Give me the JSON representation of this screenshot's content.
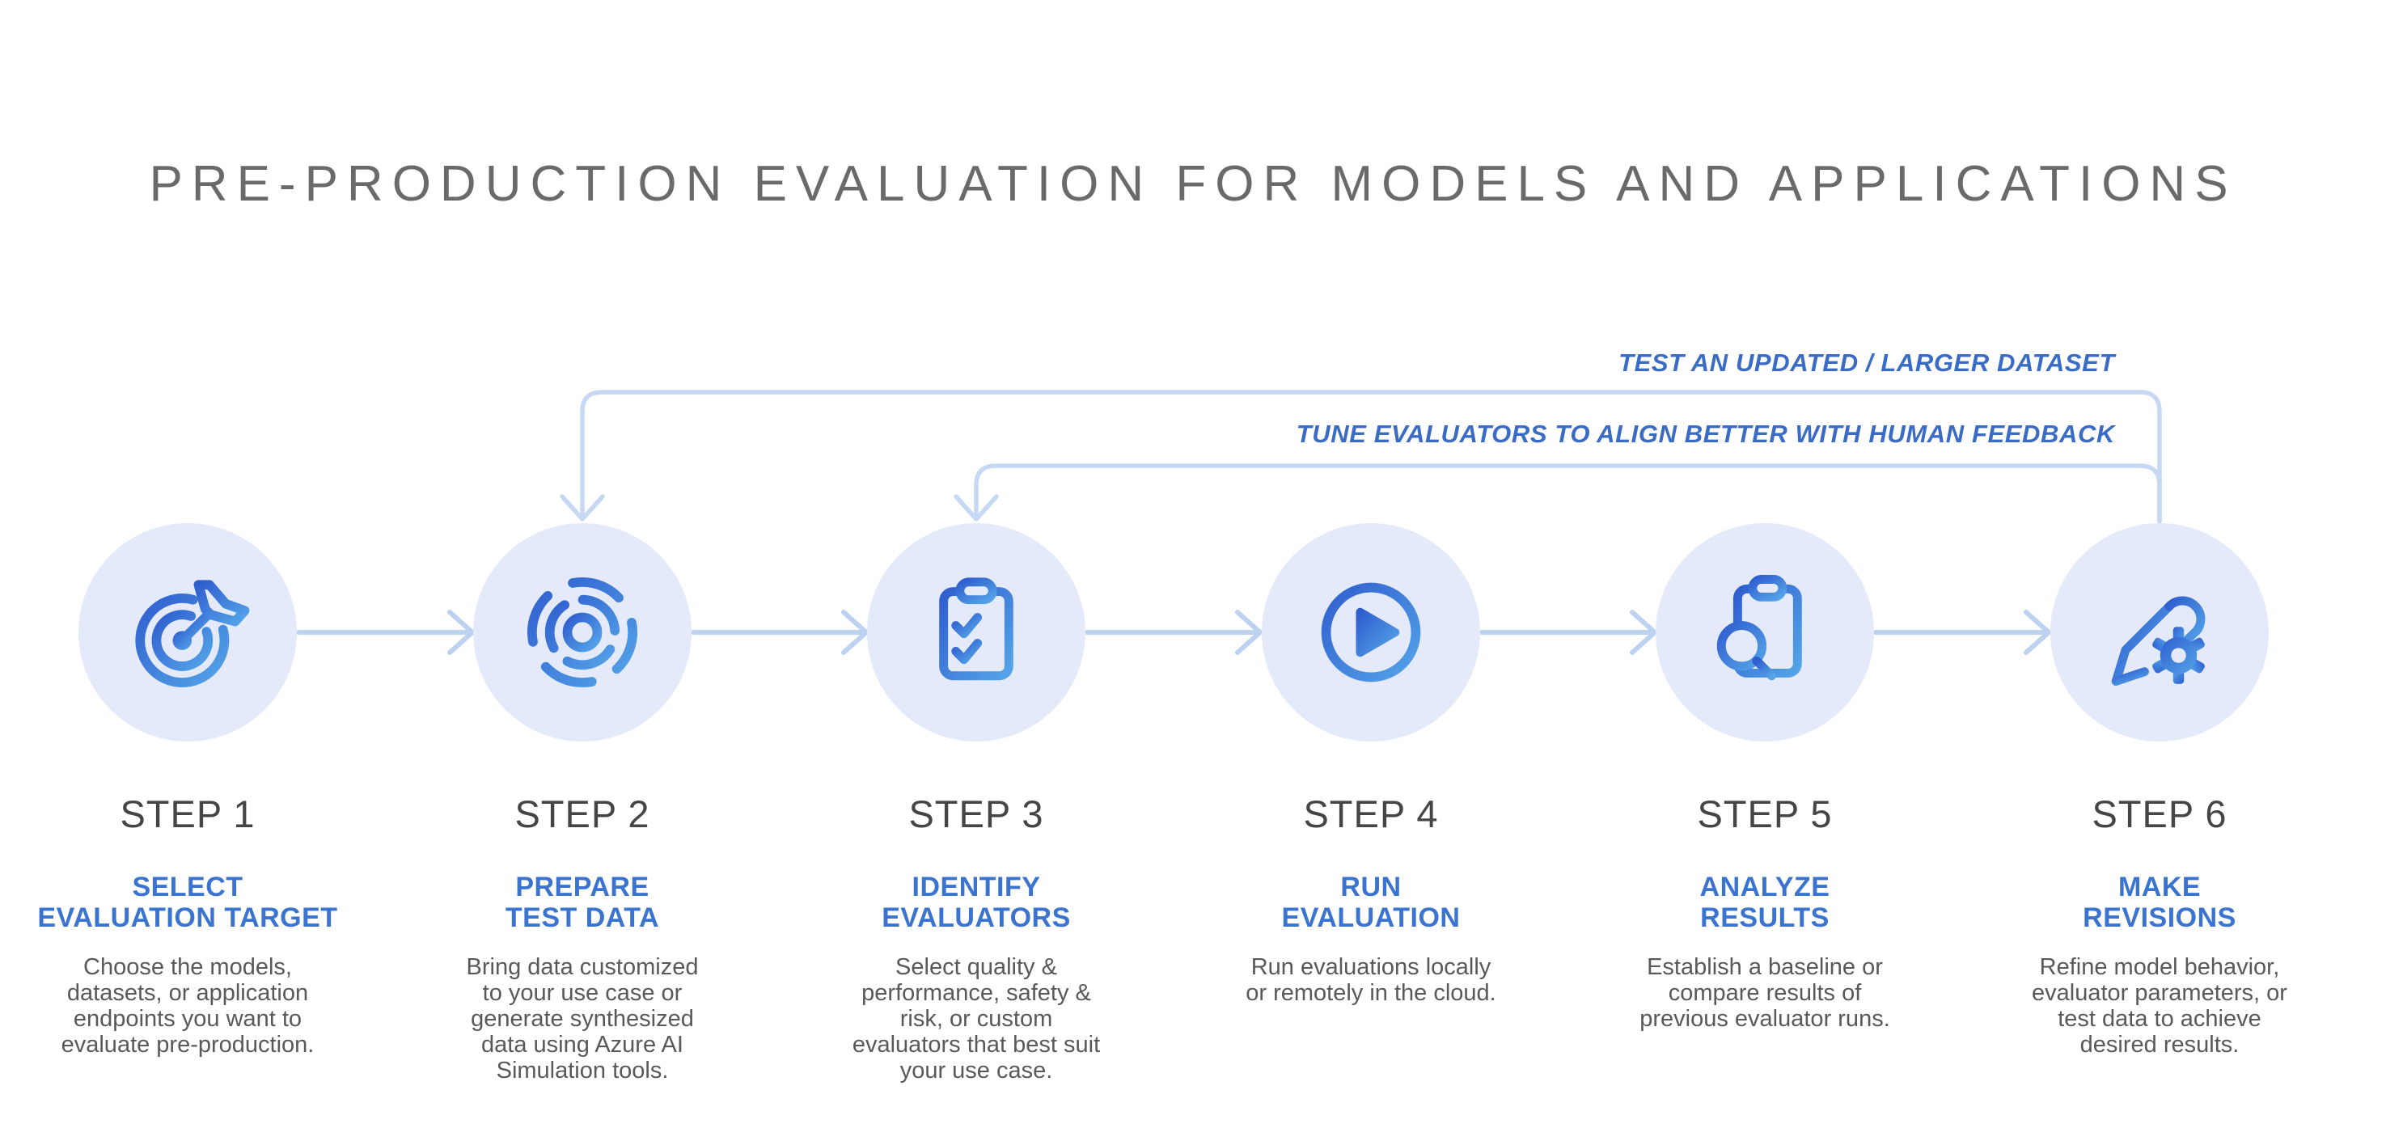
{
  "title": "PRE-PRODUCTION EVALUATION FOR MODELS AND APPLICATIONS",
  "colors": {
    "subtitle_blue": "#3A74D0",
    "feedback_label_blue": "#3B6CC5",
    "icon_gradient_start": "#2F5ECF",
    "icon_gradient_end": "#54A4E8",
    "circle_background": "#E4EAF9",
    "step_connector": "#BDD2F0",
    "loop_connector": "#C6D8F4",
    "title_gray": "#6A6A6A",
    "step_label_gray": "#454545",
    "description_gray": "#595959"
  },
  "feedback_loops": [
    {
      "label": "TEST AN UPDATED / LARGER DATASET",
      "from": "STEP 6",
      "to": "STEP 2"
    },
    {
      "label": "TUNE EVALUATORS TO ALIGN BETTER WITH HUMAN FEEDBACK",
      "from": "STEP 6",
      "to": "STEP 3"
    }
  ],
  "steps": [
    {
      "step_label": "STEP 1",
      "icon": "target-arrow-icon",
      "subtitle": "SELECT\nEVALUATION TARGET",
      "description": "Choose the models,\ndatasets, or application\nendpoints you want to\nevaluate pre-production."
    },
    {
      "step_label": "STEP 2",
      "icon": "pulse-radar-icon",
      "subtitle": "PREPARE\nTEST DATA",
      "description": "Bring data customized\nto your use case or\ngenerate synthesized\ndata using Azure AI\nSimulation tools."
    },
    {
      "step_label": "STEP 3",
      "icon": "clipboard-checklist-icon",
      "subtitle": "IDENTIFY\nEVALUATORS",
      "description": "Select quality &\nperformance, safety &\nrisk, or custom\nevaluators that best suit\nyour use case."
    },
    {
      "step_label": "STEP 4",
      "icon": "play-circle-icon",
      "subtitle": "RUN\nEVALUATION",
      "description": "Run evaluations locally\nor remotely in the cloud."
    },
    {
      "step_label": "STEP 5",
      "icon": "clipboard-search-icon",
      "subtitle": "ANALYZE\nRESULTS",
      "description": "Establish a baseline or\ncompare results of\nprevious evaluator runs."
    },
    {
      "step_label": "STEP 6",
      "icon": "pencil-gear-icon",
      "subtitle": "MAKE\nREVISIONS",
      "description": "Refine model behavior,\nevaluator parameters, or\ntest data to achieve\ndesired results."
    }
  ]
}
